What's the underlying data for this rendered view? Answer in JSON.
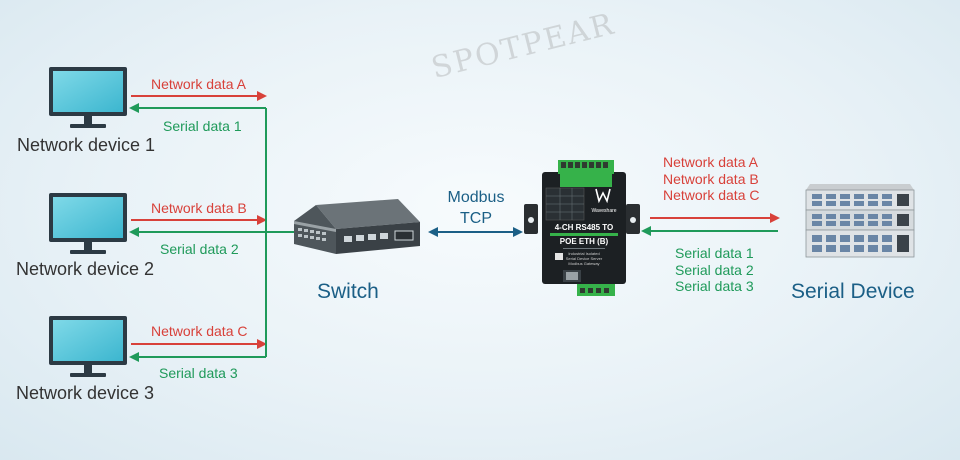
{
  "watermark": "SPOTPEAR",
  "network_devices": [
    {
      "name": "Network device 1",
      "tx": "Network data A",
      "rx": "Serial data 1"
    },
    {
      "name": "Network device 2",
      "tx": "Network data B",
      "rx": "Serial data 2"
    },
    {
      "name": "Network device 3",
      "tx": "Network data C",
      "rx": "Serial data 3"
    }
  ],
  "switch": {
    "label": "Switch"
  },
  "protocol": {
    "line1": "Modbus",
    "line2": "TCP"
  },
  "gateway": {
    "model_line1": "4-CH RS485 TO",
    "model_line2": "POE ETH (B)",
    "brand": "Waveshare",
    "desc_line1": "Industrial Isolated",
    "desc_line2": "Serial Device Server",
    "desc_line3": "Modbus Gateway"
  },
  "serial_device": {
    "label": "Serial Device",
    "incoming": [
      "Network data A",
      "Network data B",
      "Network data C"
    ],
    "outgoing": [
      "Serial data 1",
      "Serial data 2",
      "Serial data 3"
    ]
  },
  "colors": {
    "network_arrow": "#d8413a",
    "serial_arrow": "#1f9a5a",
    "modbus_arrow": "#1b5f86"
  }
}
